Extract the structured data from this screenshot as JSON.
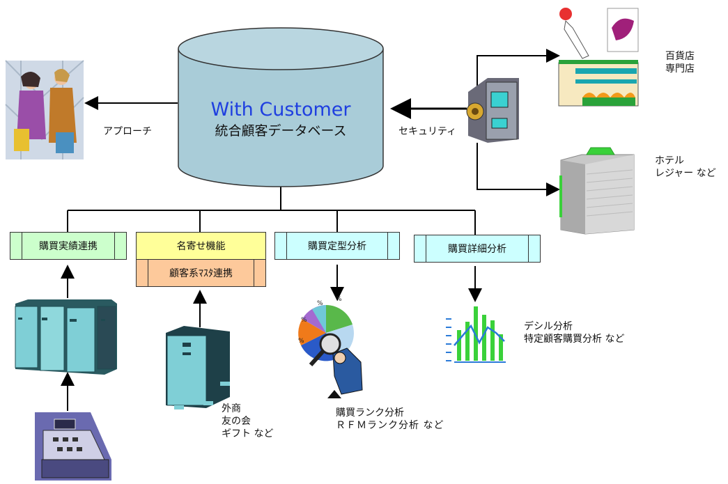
{
  "database": {
    "title": "With Customer",
    "subtitle": "統合顧客データベース"
  },
  "labels": {
    "approach": "アプローチ",
    "security": "セキュリティ"
  },
  "stores": {
    "dept_line1": "百貨店",
    "dept_line2": "専門店",
    "hotel_line1": "ホテル",
    "hotel_line2": "レジャー など"
  },
  "modules": {
    "purchase_link": "購買実績連携",
    "name_merge": "名寄せ機能",
    "customer_master": "顧客系ﾏｽﾀ連携",
    "fixed_analysis": "購買定型分析",
    "detail_analysis": "購買詳細分析"
  },
  "notes": {
    "gaisho_line1": "外商",
    "gaisho_line2": "友の会",
    "gaisho_line3": "ギフト など",
    "rank_line1": "購買ランク分析",
    "rank_line2": "ＲＦＭランク分析 など",
    "decile_line1": "デシル分析",
    "decile_line2": "特定顧客購買分析 など"
  },
  "colors": {
    "db_fill": "#a9ccd8",
    "purchase_link": "#ccffcc",
    "name_merge": "#ffff99",
    "customer_master": "#fdc99b",
    "analysis": "#ccffff"
  }
}
